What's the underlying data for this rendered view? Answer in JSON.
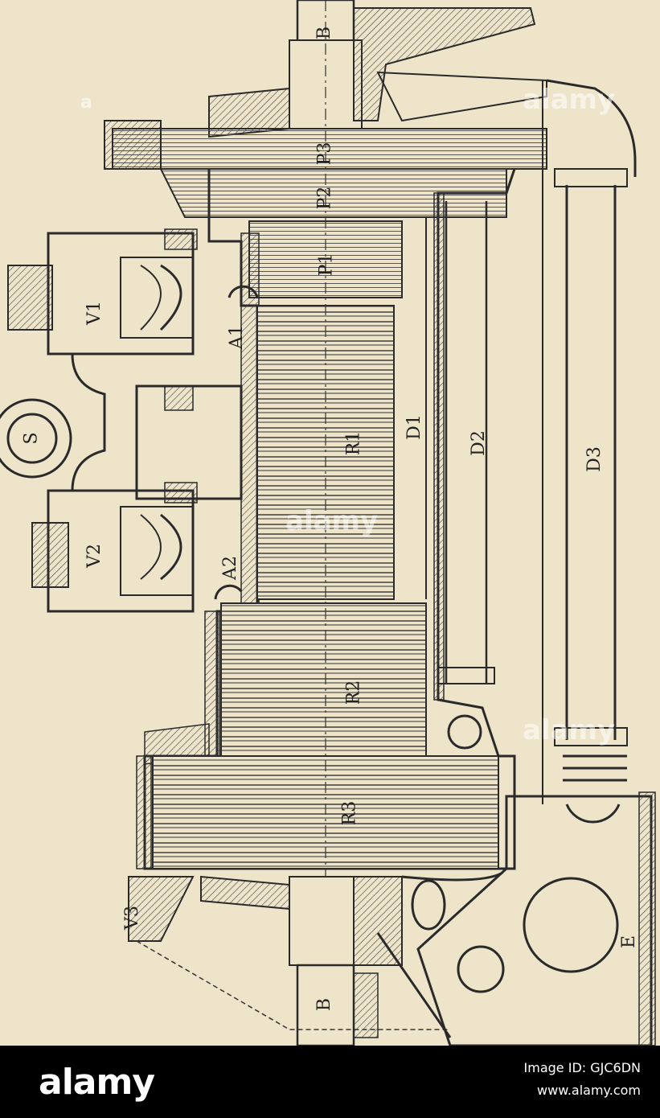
{
  "labels": {
    "B_top": "B",
    "B_bottom": "B",
    "P3": "P3",
    "P2": "P2",
    "P1": "P1",
    "V1": "V1",
    "V2": "V2",
    "V3": "V3",
    "A1": "A1",
    "A2": "A2",
    "S": "S",
    "R1": "R1",
    "R2": "R2",
    "R3": "R3",
    "D1": "D1",
    "D2": "D2",
    "D3": "D3",
    "E": "E"
  },
  "watermark": {
    "text": "alamy",
    "glyph": "a"
  },
  "footer": {
    "brand": "alamy",
    "image_id": "Image ID: GJC6DN",
    "site": "www.alamy.com"
  },
  "colors": {
    "paper": "#ede4c9",
    "ink": "#2a2a2a",
    "footer": "#000000"
  }
}
